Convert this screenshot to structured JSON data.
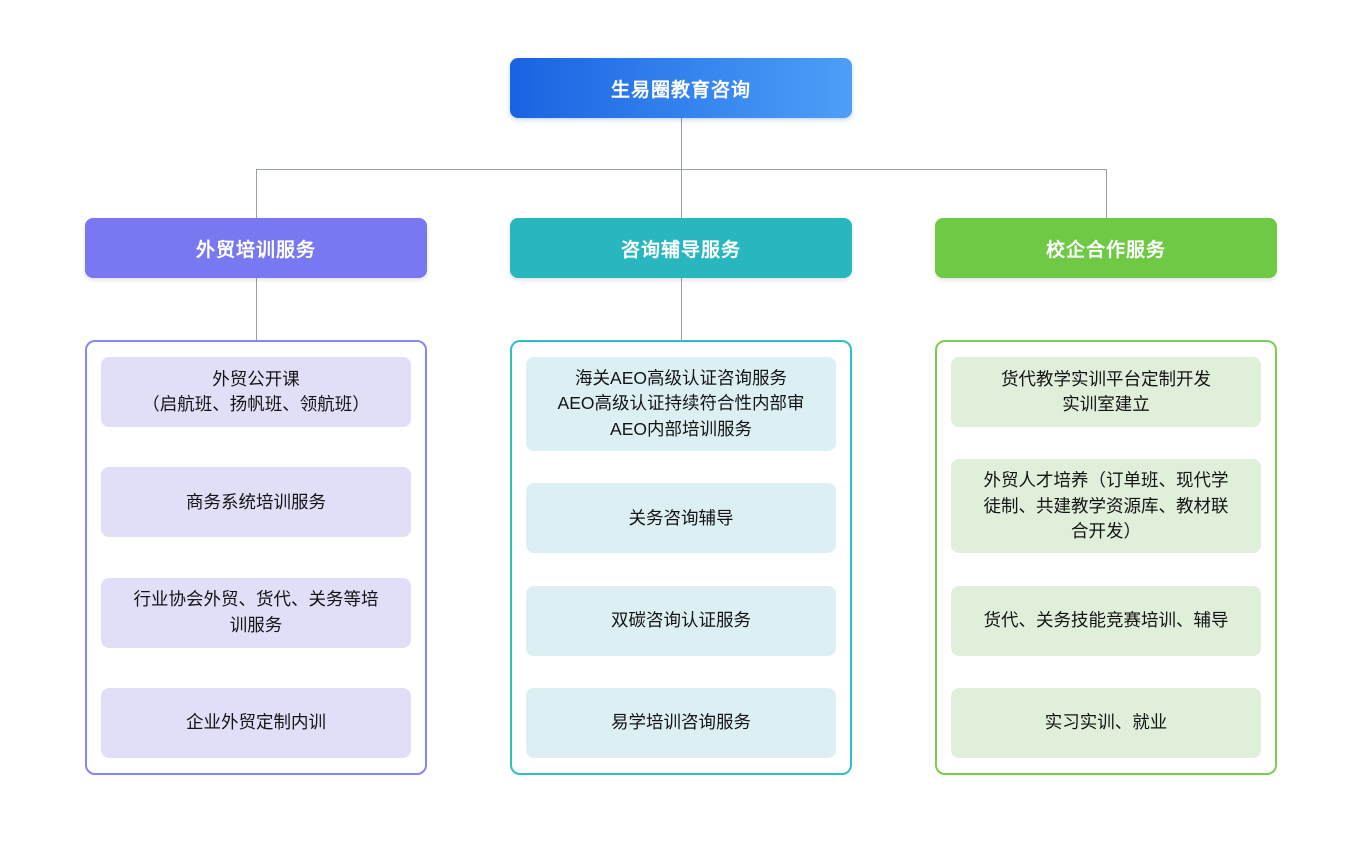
{
  "root": {
    "label": "生易圈教育咨询",
    "gradient_start": "#1a63e2",
    "gradient_end": "#4d9ff8"
  },
  "connector_color": "#9aa0a8",
  "branches": [
    {
      "label": "外贸培训服务",
      "color": "#7879f1",
      "item_bg": "#e1def8",
      "children": [
        "外贸公开课\n（启航班、扬帆班、领航班）",
        "商务系统培训服务",
        "行业协会外贸、货代、关务等培训服务",
        "企业外贸定制内训"
      ]
    },
    {
      "label": "咨询辅导服务",
      "color": "#29b7bf",
      "item_bg": "#dcf0f3",
      "children": [
        "海关AEO高级认证咨询服务\nAEO高级认证持续符合性内部审\nAEO内部培训服务",
        "关务咨询辅导",
        "双碳咨询认证服务",
        "易学培训咨询服务"
      ]
    },
    {
      "label": "校企合作服务",
      "color": "#6ec944",
      "item_bg": "#dfefda",
      "children": [
        "货代教学实训平台定制开发\n实训室建立",
        "外贸人才培养（订单班、现代学徒制、共建教学资源库、教材联合开发）",
        "货代、关务技能竞赛培训、辅导",
        "实习实训、就业"
      ]
    }
  ]
}
